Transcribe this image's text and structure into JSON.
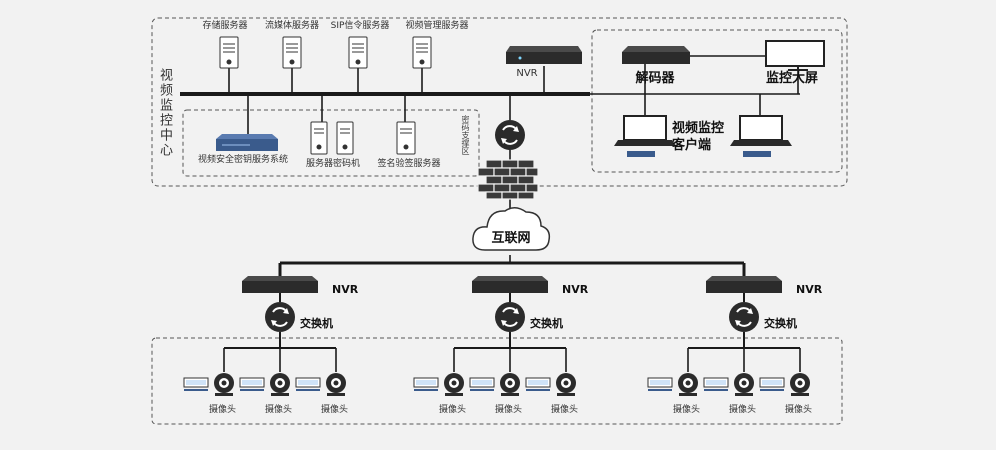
{
  "control_center": {
    "title": "视频监控中心",
    "servers": [
      {
        "label": "存储服务器"
      },
      {
        "label": "流媒体服务器"
      },
      {
        "label": "SIP信令服务器"
      },
      {
        "label": "视频管理服务器"
      }
    ],
    "nvr_label": "NVR",
    "crypto_zone": {
      "title": "密码支撑区",
      "items": [
        {
          "label": "视频安全密钥服务系统"
        },
        {
          "label": "服务器密码机"
        },
        {
          "label": "签名验签服务器"
        }
      ]
    },
    "display_zone": {
      "decoder": "解码器",
      "big_screen": "监控大屏",
      "client": "视频监控客户端"
    }
  },
  "internet": {
    "label": "互联网"
  },
  "sites": [
    {
      "nvr": "NVR",
      "switch": "交换机",
      "cameras": [
        "摄像头",
        "摄像头",
        "摄像头"
      ]
    },
    {
      "nvr": "NVR",
      "switch": "交换机",
      "cameras": [
        "摄像头",
        "摄像头",
        "摄像头"
      ]
    },
    {
      "nvr": "NVR",
      "switch": "交换机",
      "cameras": [
        "摄像头",
        "摄像头",
        "摄像头"
      ]
    }
  ],
  "colors": {
    "background": "#f2f2f2",
    "line": "#1a1a1a",
    "device_dark": "#2b2b2b",
    "device_blue": "#3a5b8c",
    "firewall": "#3a3a3a",
    "dashed_border": "#555555"
  }
}
